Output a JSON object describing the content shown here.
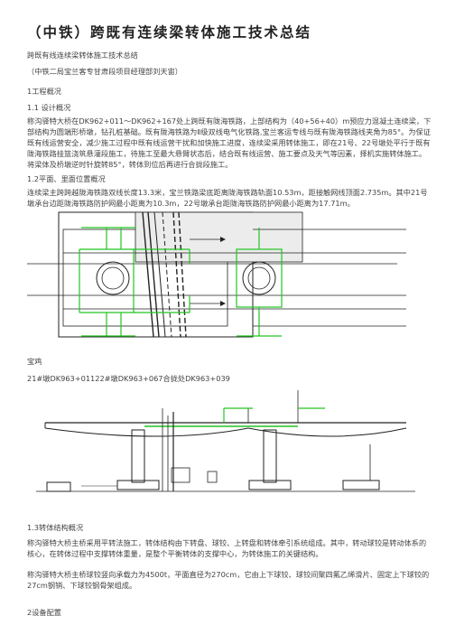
{
  "doc": {
    "title": "（中铁）跨既有连续梁转体施工技术总结",
    "subtitle": "跨既有线连续梁转体施工技术总结",
    "affiliation": "（中铁二局宝兰客专甘肃段项目经理部刘天宙）",
    "sec1": "1工程概况",
    "sec1_1": "1.1 设计概况",
    "para1": "称沟驿特大桥在DK962+011～DK962+167处上跨既有陇海铁路，上部结构为（40+56+40）m预应力混凝土连续梁，下部结构为圆端形桥墩，钻孔桩基础。既有陇海铁路为Ⅱ级双线电气化铁路,宝兰客运专线与既有陇海铁路线夹角为85°。为保证既有线运营安全，减少施工过程中既有线运营干扰和加快施工进度，连续梁采用转体施工，即在21号、22号墩处平行于既有陇海铁路挂篮浇筑悬灌段施工，待施工至最大悬臂状态后，结合既有线运营、施工要点及天气等因素，择机实施转体施工。将梁体及桥墩逆时针旋转85°，转体到位后再进行合拢段施工。",
    "sec1_2": "1.2平面、里面位置概况",
    "para2": "连续梁主跨跨越陇海铁路双线长度13.3米，宝兰铁路梁底距离陇海铁路轨面10.53m，距接触网线顶面2.735m。其中21号墩承台边距陇海铁路防护网最小距离为10.3m，22号墩承台距陇海铁路防护网最小距离为17.71m。",
    "caption_city": "宝鸡",
    "caption_piers": "21#墩DK963+01122#墩DK963+067合拢处DK963+039",
    "sec1_3": "1.3转体结构概况",
    "para3": "称沟驿特大桥主桥采用平转法施工，转体结构由下转盘、球铰、上转盘和转体牵引系统组成。其中，转动球铰是转动体系的核心，在转体过程中支撑转体重量，是整个平衡转体的支撑中心，为转体施工的关键结构。",
    "para4": "称沟驿特大桥主桥球铰竖向承载力为4500t，平面直径为270cm，它由上下球铰、球铰间聚四氟乙烯滑片、固定上下球铰的27cm钢销、下球铰钢骨架组成。",
    "sec2": "2设备配置"
  },
  "colors": {
    "accent_green": "#22c422",
    "line_dark": "#222222",
    "fill_grey": "#ececec"
  }
}
